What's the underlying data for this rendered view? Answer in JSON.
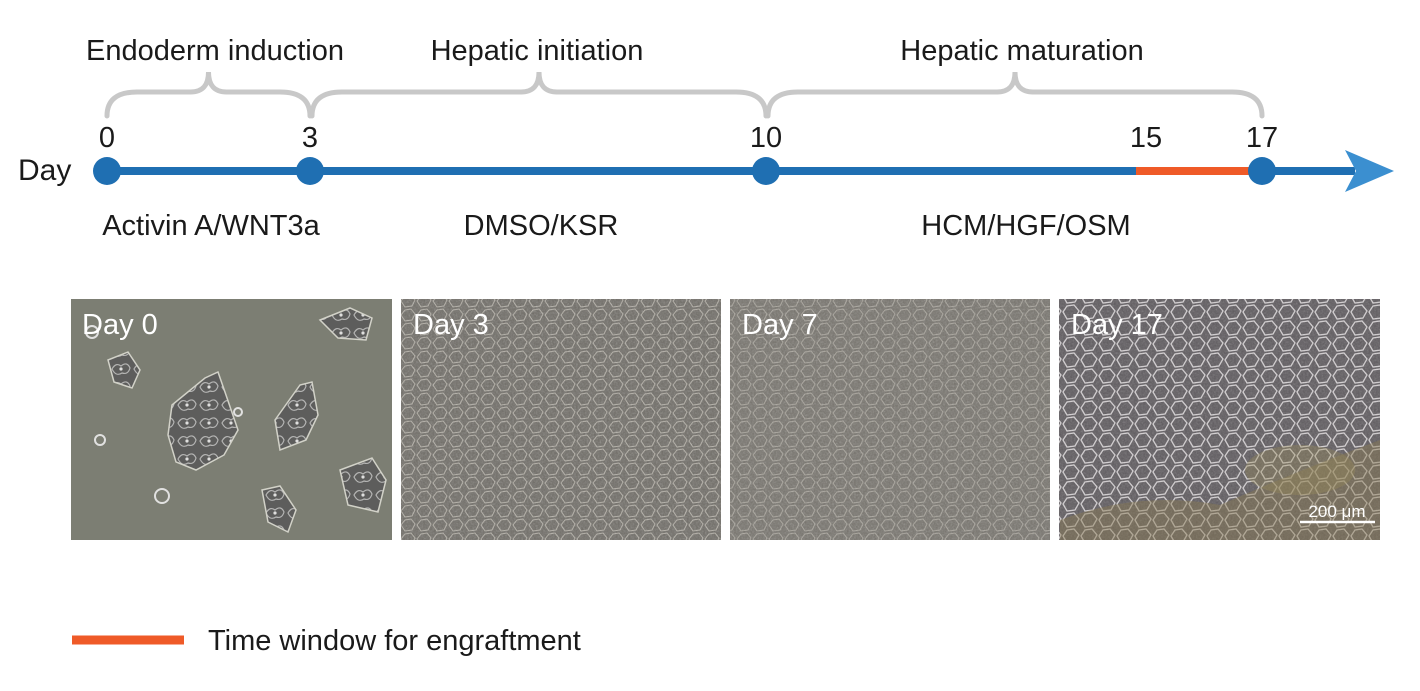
{
  "axis_label": "Day",
  "stages": [
    {
      "label": "Endoderm induction",
      "from": 0,
      "to": 3
    },
    {
      "label": "Hepatic initiation",
      "from": 3,
      "to": 10
    },
    {
      "label": "Hepatic maturation",
      "from": 10,
      "to": 17
    }
  ],
  "timepoints": [
    {
      "day": "0",
      "marker": true
    },
    {
      "day": "3",
      "marker": true
    },
    {
      "day": "10",
      "marker": true
    },
    {
      "day": "15",
      "marker": false
    },
    {
      "day": "17",
      "marker": true
    }
  ],
  "reagents": [
    {
      "label": "Activin A/WNT3a",
      "stage": 0
    },
    {
      "label": "DMSO/KSR",
      "stage": 1
    },
    {
      "label": "HCM/HGF/OSM",
      "stage": 2
    }
  ],
  "engraftment_window": {
    "from": 15,
    "to": 17
  },
  "micrographs": [
    {
      "label": "Day 0"
    },
    {
      "label": "Day 3"
    },
    {
      "label": "Day 7"
    },
    {
      "label": "Day 17",
      "scale_bar": "200 μm"
    }
  ],
  "legend": {
    "label": "Time window for engraftment"
  },
  "colors": {
    "timeline": "#1f6fb2",
    "arrowhead": "#3b8fd0",
    "engraftment": "#ef5a28",
    "brace": "#c8c8c8"
  }
}
